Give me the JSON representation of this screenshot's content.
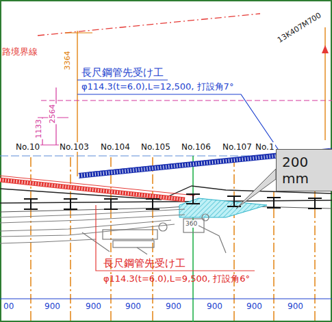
{
  "diagram": {
    "nodes": [
      {
        "text": [
          "200 mm"
        ]
      }
    ],
    "labels": [
      "路境界線",
      "長尺鋼管先受け工",
      "φ114.3(t=6.0),L=12,500, 打設角7°",
      "13K407M700",
      "3364",
      "2564",
      "1133",
      "No.10",
      "No.103",
      "No.104",
      "No.105",
      "No.106",
      "No.107",
      "No.1",
      "360",
      "長尺鋼管先受け工",
      "φ114.3(t=6.0),L=9,500, 打設角6°",
      "00",
      "900",
      "900",
      "900",
      "900",
      "900",
      "900",
      "900"
    ]
  }
}
